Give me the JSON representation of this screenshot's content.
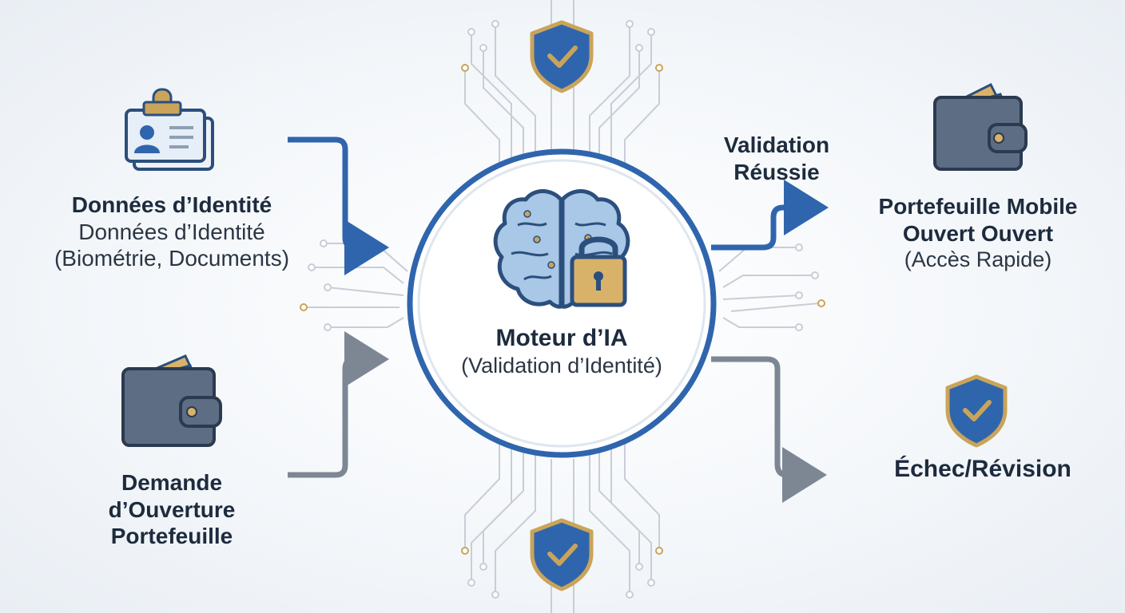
{
  "inputs": {
    "identity": {
      "title": "Données d’Identité",
      "subtitle": "Données d’Identité",
      "detail": "(Biométrie, Documents)"
    },
    "wallet_request": {
      "line1": "Demande",
      "line2": "d’Ouverture",
      "line3": "Portefeuille"
    }
  },
  "engine": {
    "title": "Moteur d’IA",
    "subtitle": "(Validation d’Identité)"
  },
  "outputs": {
    "success_label": {
      "line1": "Validation",
      "line2": "Réussie"
    },
    "wallet_open": {
      "line1": "Portefeuille Mobile",
      "line2": "Ouvert Ouvert",
      "detail": "(Accès Rapide)"
    },
    "failure": {
      "label": "Échec/Révision"
    }
  },
  "colors": {
    "primary_blue": "#2f65ad",
    "dark_navy": "#1d2b3d",
    "gold": "#c9a45a",
    "slate": "#59697f",
    "gray_arrow": "#7d8794",
    "circuit": "#c3cad3"
  },
  "icons": {
    "identity": "id-card-icon",
    "wallet_input": "wallet-icon",
    "brain": "brain-icon",
    "lock": "padlock-icon",
    "wallet_output": "wallet-icon",
    "shield": "shield-check-icon"
  }
}
